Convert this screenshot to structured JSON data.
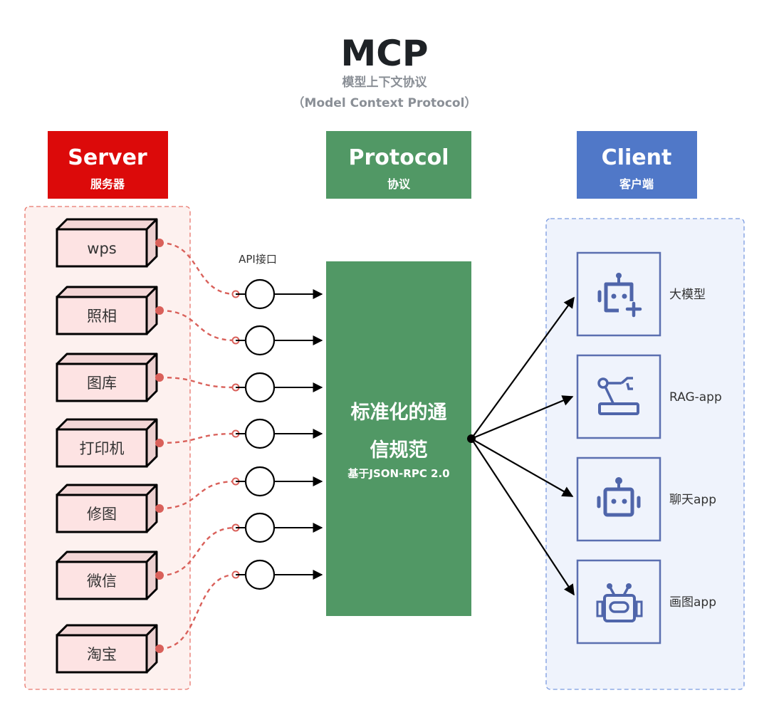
{
  "header": {
    "title": "MCP",
    "subtitle_zh": "模型上下文协议",
    "subtitle_en": "（Model Context Protocol）"
  },
  "colors": {
    "server": "#dc0a0a",
    "protocol": "#519865",
    "client": "#5078c8",
    "server_panel_bg": "#fdf1ef",
    "client_panel_bg": "#eff3fc",
    "connector": "#d9605a",
    "client_icon": "#4f65aa"
  },
  "server": {
    "title": "Server",
    "subtitle": "服务器",
    "items": [
      {
        "label": "wps"
      },
      {
        "label": "照相"
      },
      {
        "label": "图库"
      },
      {
        "label": "打印机"
      },
      {
        "label": "修图"
      },
      {
        "label": "微信"
      },
      {
        "label": "淘宝"
      }
    ]
  },
  "protocol": {
    "title": "Protocol",
    "subtitle": "协议",
    "api_label": "API接口",
    "body_line1": "标准化的通",
    "body_line2": "信规范",
    "body_line3": "基于JSON-RPC 2.0"
  },
  "client": {
    "title": "Client",
    "subtitle": "客户端",
    "items": [
      {
        "label": "大模型",
        "icon": "robot-add-icon"
      },
      {
        "label": "RAG-app",
        "icon": "robot-arm-icon"
      },
      {
        "label": "聊天app",
        "icon": "chat-robot-icon"
      },
      {
        "label": "画图app",
        "icon": "drawing-robot-icon"
      }
    ]
  }
}
